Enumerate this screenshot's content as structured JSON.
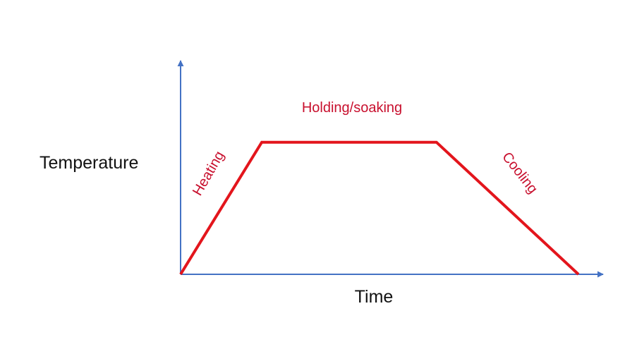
{
  "chart_data": {
    "type": "line",
    "title": "",
    "xlabel": "Time",
    "ylabel": "Temperature",
    "grid": false,
    "legend": "none",
    "ticks_shown": false,
    "xlim": [
      0,
      100
    ],
    "ylim": [
      0,
      100
    ],
    "series": [
      {
        "x": [
          0,
          20.4,
          64.3,
          100
        ],
        "y": [
          0,
          68.1,
          68.1,
          0
        ]
      }
    ],
    "annotations": [
      {
        "id": "heating",
        "text": "Heating"
      },
      {
        "id": "holding",
        "text": "Holding/soaking"
      },
      {
        "id": "cooling",
        "text": "Cooling"
      }
    ]
  },
  "colors": {
    "axis": "#4472c4",
    "profile": "#e3151c",
    "label": "#c8102e",
    "axis_title": "#111111"
  }
}
